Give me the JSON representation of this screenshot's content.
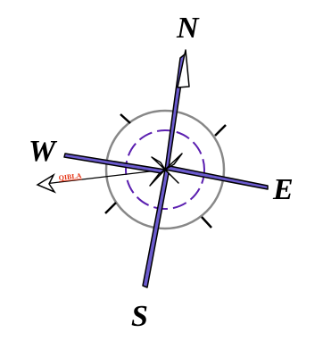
{
  "labels": {
    "north": "N",
    "south": "S",
    "east": "E",
    "west": "W",
    "qibla": "QIBLA"
  },
  "colors": {
    "needle_fill": "#6a5acd",
    "needle_stroke": "#000000",
    "inner_ring": "#5b1fb0",
    "outer_ring": "#888888",
    "qibla_text": "#e53010",
    "label_text": "#000000"
  }
}
